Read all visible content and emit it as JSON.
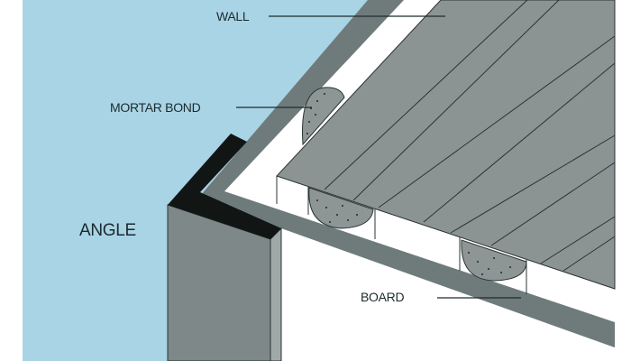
{
  "diagram": {
    "labels": {
      "wall": "WALL",
      "mortar_bond": "MORTAR BOND",
      "angle": "ANGLE",
      "board": "BOARD"
    },
    "colors": {
      "background": "#a8d4e6",
      "wall_band": "#6f7b7b",
      "angle": "#111615",
      "angle_face": "#7f8888",
      "board": "#8b9493",
      "mortar": "#8d9695",
      "white": "#ffffff"
    }
  }
}
